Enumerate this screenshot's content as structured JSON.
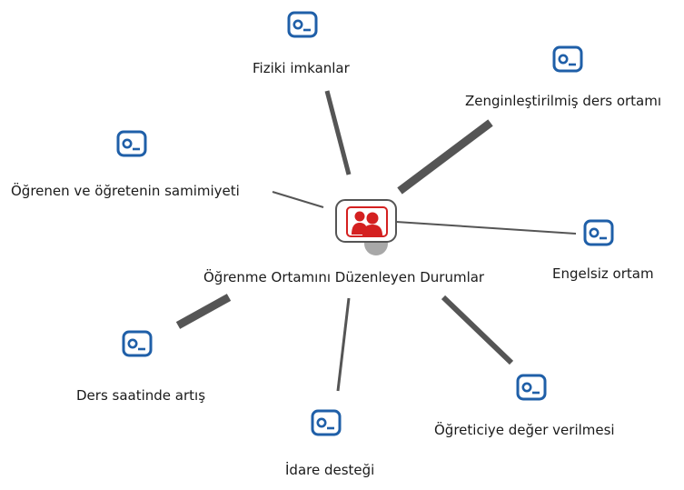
{
  "center": {
    "label": "Öğrenme Ortamını Düzenleyen Durumlar",
    "icon": "red-user-group-icon"
  },
  "nodes": [
    {
      "id": "fiziki-imkanlar",
      "label": "Fiziki imkanlar",
      "icon": "code-icon"
    },
    {
      "id": "zenginlestirilmis-ders-ortami",
      "label": "Zenginleştirilmiş ders ortamı",
      "icon": "code-icon"
    },
    {
      "id": "ogrenen-ve-ogretenin-samimiyeti",
      "label": "Öğrenen ve öğretenin samimiyeti",
      "icon": "code-icon"
    },
    {
      "id": "engelsiz-ortam",
      "label": "Engelsiz ortam",
      "icon": "code-icon"
    },
    {
      "id": "ders-saatinde-artis",
      "label": "Ders saatinde artış",
      "icon": "code-icon"
    },
    {
      "id": "idare-destegi",
      "label": "İdare desteği",
      "icon": "code-icon"
    },
    {
      "id": "ogreticiye-deger-verilmesi",
      "label": "Öğreticiye değer verilmesi",
      "icon": "code-icon"
    }
  ],
  "colors": {
    "icon_blue": "#1f5fa8",
    "edge_gray": "#555555",
    "accent_red": "#d42020"
  }
}
